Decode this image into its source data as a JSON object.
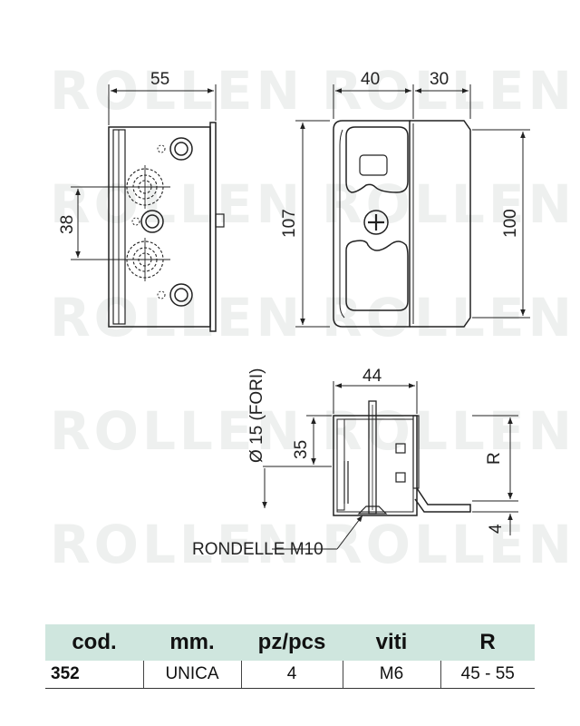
{
  "watermark": "ROLLEN",
  "colors": {
    "table_header": "#cfe6de",
    "line": "#222222",
    "watermark": "#eef0ef"
  },
  "dimensions": {
    "front_width": "55",
    "hole_spacing": "38",
    "top_left": "40",
    "top_right": "30",
    "height_total": "107",
    "height_inner": "100",
    "section_width": "44",
    "hole_label": "Ø 15 (FORI)",
    "hole_depth": "35",
    "radius": "R",
    "plate_thickness": "4",
    "washer_label": "RONDELLE M10"
  },
  "table": {
    "headers": [
      "cod.",
      "mm.",
      "pz/pcs",
      "viti",
      "R"
    ],
    "row": [
      "352",
      "UNICA",
      "4",
      "M6",
      "45 - 55"
    ]
  }
}
